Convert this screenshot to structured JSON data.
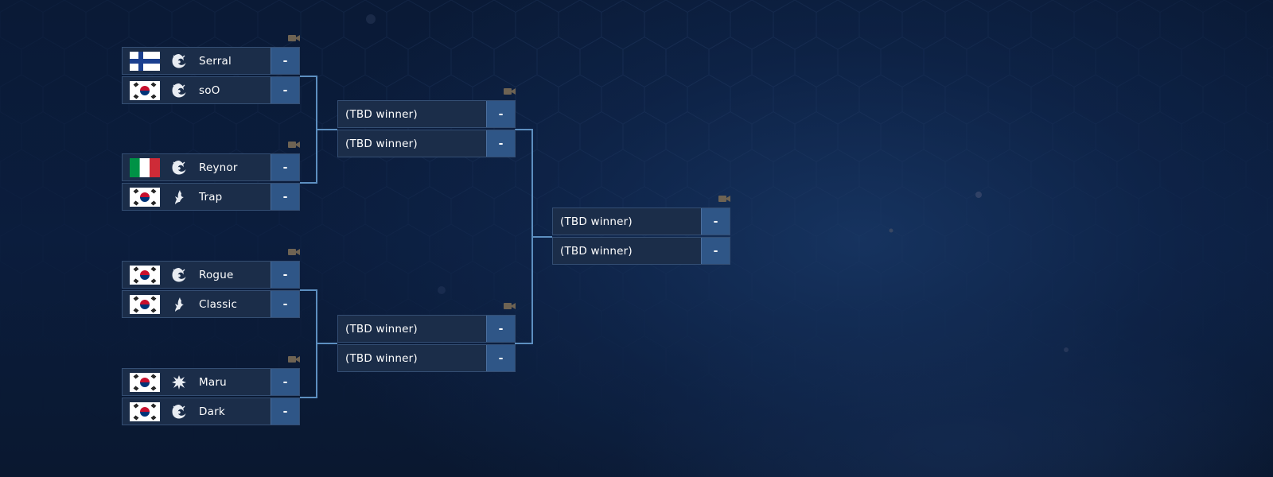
{
  "bracket": {
    "round1": [
      {
        "players": [
          {
            "name": "Serral",
            "flag": "finland-flag",
            "race": "zerg-icon",
            "score": "-"
          },
          {
            "name": "soO",
            "flag": "south-korea-flag",
            "race": "zerg-icon",
            "score": "-"
          }
        ]
      },
      {
        "players": [
          {
            "name": "Reynor",
            "flag": "italy-flag",
            "race": "zerg-icon",
            "score": "-"
          },
          {
            "name": "Trap",
            "flag": "south-korea-flag",
            "race": "protoss-icon",
            "score": "-"
          }
        ]
      },
      {
        "players": [
          {
            "name": "Rogue",
            "flag": "south-korea-flag",
            "race": "zerg-icon",
            "score": "-"
          },
          {
            "name": "Classic",
            "flag": "south-korea-flag",
            "race": "protoss-icon",
            "score": "-"
          }
        ]
      },
      {
        "players": [
          {
            "name": "Maru",
            "flag": "south-korea-flag",
            "race": "terran-icon",
            "score": "-"
          },
          {
            "name": "Dark",
            "flag": "south-korea-flag",
            "race": "zerg-icon",
            "score": "-"
          }
        ]
      }
    ],
    "semifinals": [
      {
        "slots": [
          {
            "label": "(TBD winner)",
            "score": "-"
          },
          {
            "label": "(TBD winner)",
            "score": "-"
          }
        ]
      },
      {
        "slots": [
          {
            "label": "(TBD winner)",
            "score": "-"
          },
          {
            "label": "(TBD winner)",
            "score": "-"
          }
        ]
      }
    ],
    "final": {
      "slots": [
        {
          "label": "(TBD winner)",
          "score": "-"
        },
        {
          "label": "(TBD winner)",
          "score": "-"
        }
      ]
    },
    "icons": {
      "camera": "video-camera-icon"
    },
    "colors": {
      "background": "#0b1d3d",
      "slot": "#1b2d49",
      "slot_border": "#344e73",
      "score_box": "#2f5687",
      "connector": "#5d8fc0",
      "camera": "#6e6353"
    }
  }
}
